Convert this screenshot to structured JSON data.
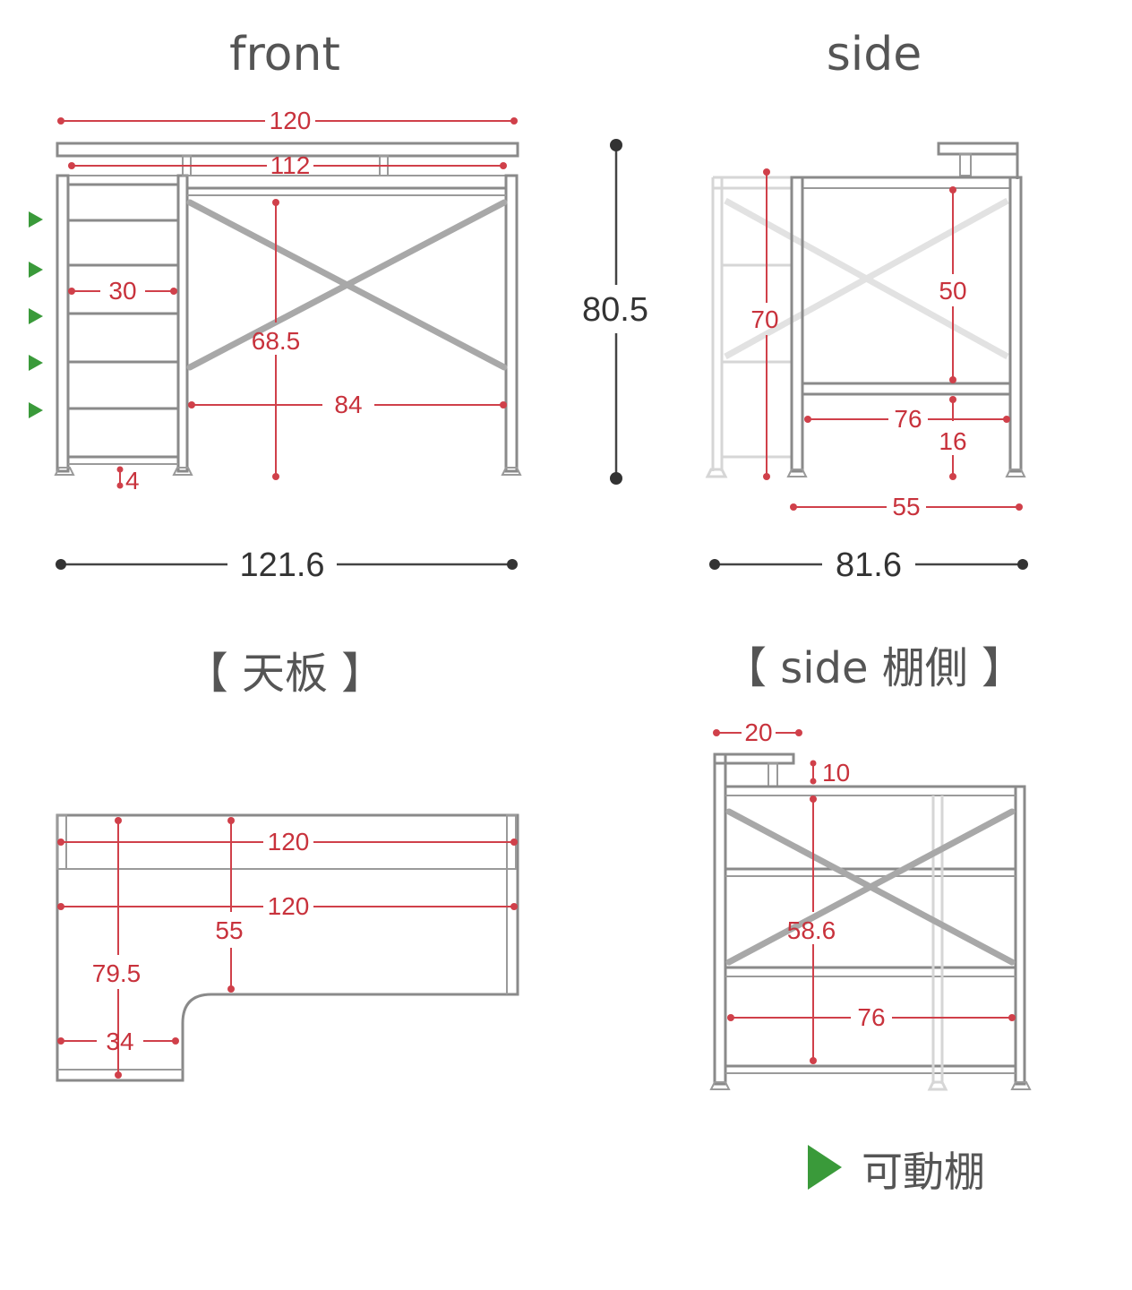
{
  "titles": {
    "front": "front",
    "side": "side",
    "top_board": "【 天板 】",
    "shelf_side": "【 side 棚側 】"
  },
  "front": {
    "width_top": "120",
    "inner_width": "112",
    "drawer_width": "30",
    "inner_height": "68.5",
    "desk_inner_width": "84",
    "bottom_gap": "4",
    "overall_width": "121.6"
  },
  "overall_height": "80.5",
  "side": {
    "ghost_height": "70",
    "upper_height": "50",
    "inner_depth": "76",
    "lower_gap": "16",
    "leg_depth": "55",
    "overall_depth": "81.6"
  },
  "top_board": {
    "back_width": "120",
    "front_width": "120",
    "depth_right": "55",
    "depth_left": "79.5",
    "notch_width": "34"
  },
  "shelf_side": {
    "top_shelf_width": "20",
    "top_shelf_height": "10",
    "inner_height": "58.6",
    "inner_width": "76"
  },
  "legend": {
    "label": "可動棚",
    "color": "#3a9a3a"
  }
}
